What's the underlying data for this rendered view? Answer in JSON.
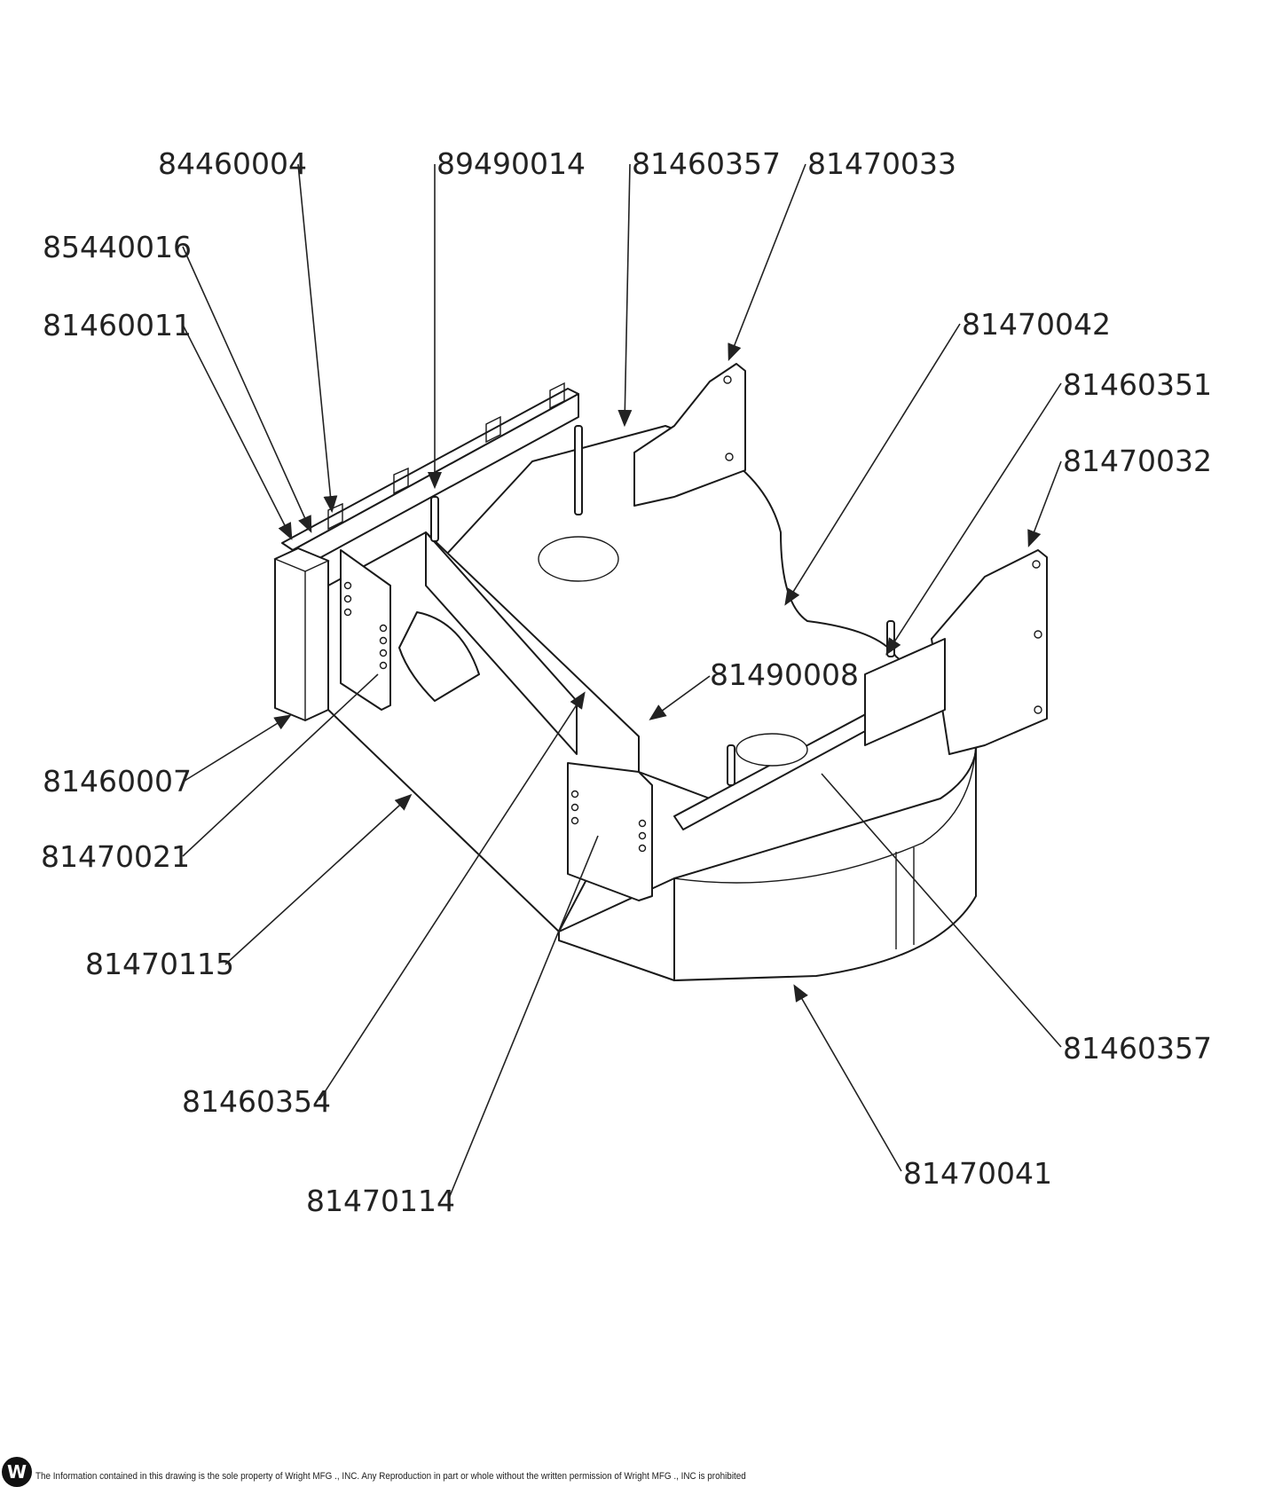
{
  "callouts": [
    {
      "id": "c1",
      "label": "84460004"
    },
    {
      "id": "c2",
      "label": "89490014"
    },
    {
      "id": "c3",
      "label": "81460357"
    },
    {
      "id": "c4",
      "label": "81470033"
    },
    {
      "id": "c5",
      "label": "85440016"
    },
    {
      "id": "c6",
      "label": "81460011"
    },
    {
      "id": "c7",
      "label": "81470042"
    },
    {
      "id": "c8",
      "label": "81460351"
    },
    {
      "id": "c9",
      "label": "81470032"
    },
    {
      "id": "c10",
      "label": "81490008"
    },
    {
      "id": "c11",
      "label": "81460007"
    },
    {
      "id": "c12",
      "label": "81470021"
    },
    {
      "id": "c13",
      "label": "81470115"
    },
    {
      "id": "c14",
      "label": "81460357"
    },
    {
      "id": "c15",
      "label": "81460354"
    },
    {
      "id": "c16",
      "label": "81470041"
    },
    {
      "id": "c17",
      "label": "81470114"
    }
  ],
  "footer": {
    "logo_letter": "W",
    "notice": "The Information contained in this drawing is the sole property of Wright MFG ., INC. Any Reproduction in part or whole without the written permission of Wright MFG ., INC is prohibited"
  },
  "colors": {
    "line": "#1a1a1a",
    "background": "#ffffff"
  }
}
